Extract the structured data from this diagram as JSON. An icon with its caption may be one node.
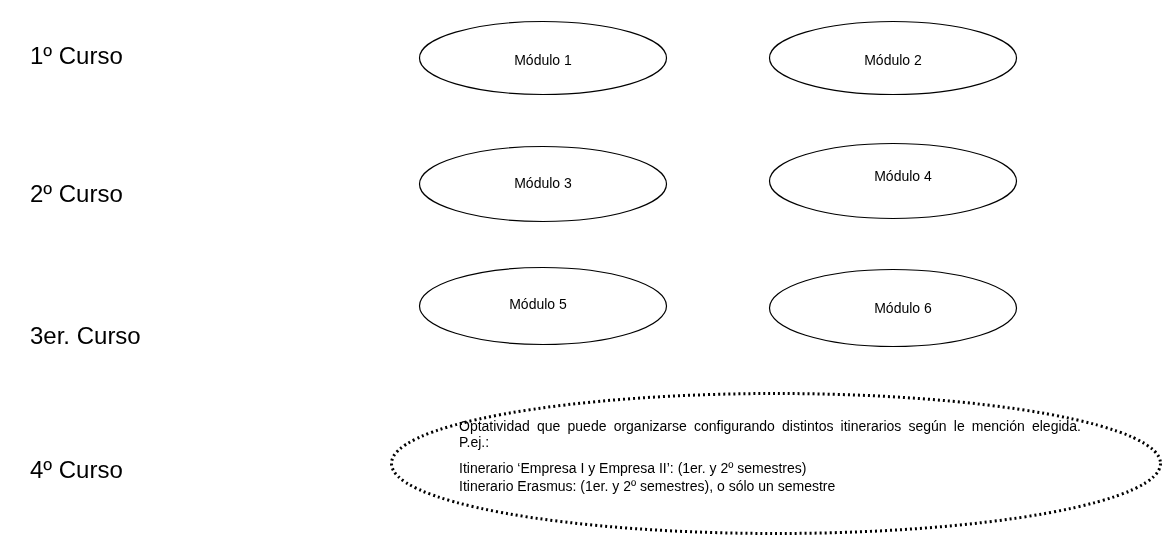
{
  "diagram": {
    "nodes": [
      {
        "text": [
          "Módulo 1"
        ]
      },
      {
        "text": [
          "Módulo 2"
        ]
      },
      {
        "text": [
          "Módulo 3"
        ]
      },
      {
        "text": [
          "Módulo 4"
        ]
      },
      {
        "text": [
          "Módulo 5"
        ]
      },
      {
        "text": [
          "Módulo 6"
        ]
      },
      {
        "text": [
          "Optatividad que puede organizarse configurando distintos itinerarios según le mención elegida. P.ej.:",
          "Itinerario ‘Empresa I y Empresa II’: (1er. y 2º semestres)",
          "Itinerario Erasmus: (1er. y 2º semestres), o sólo un semestre"
        ]
      }
    ],
    "labels": [
      "1º Curso",
      "2º Curso",
      "3er. Curso",
      "4º Curso"
    ]
  }
}
